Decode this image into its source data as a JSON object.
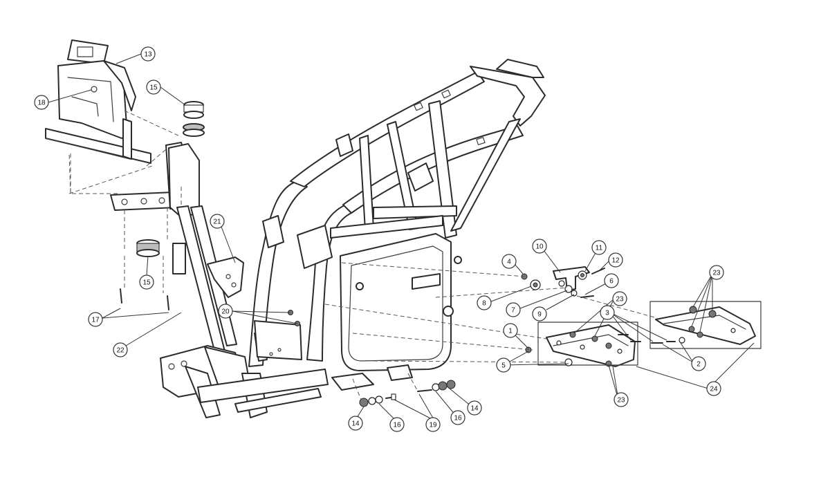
{
  "diagram": {
    "colors": {
      "line": "#2b2b2b",
      "background": "#ffffff",
      "hardware": "#777777"
    },
    "callouts": [
      {
        "id": "c13a",
        "label": "13"
      },
      {
        "id": "c18",
        "label": "18"
      },
      {
        "id": "c15a",
        "label": "15"
      },
      {
        "id": "c15b",
        "label": "15"
      },
      {
        "id": "c17",
        "label": "17"
      },
      {
        "id": "c22",
        "label": "22"
      },
      {
        "id": "c21",
        "label": "21"
      },
      {
        "id": "c20",
        "label": "20"
      },
      {
        "id": "c10",
        "label": "10"
      },
      {
        "id": "c11",
        "label": "11"
      },
      {
        "id": "c12",
        "label": "12"
      },
      {
        "id": "c4",
        "label": "4"
      },
      {
        "id": "c6",
        "label": "6"
      },
      {
        "id": "c8",
        "label": "8"
      },
      {
        "id": "c7",
        "label": "7"
      },
      {
        "id": "c9",
        "label": "9"
      },
      {
        "id": "c23a",
        "label": "23"
      },
      {
        "id": "c23b",
        "label": "23"
      },
      {
        "id": "c23c",
        "label": "23"
      },
      {
        "id": "c3",
        "label": "3"
      },
      {
        "id": "c1",
        "label": "1"
      },
      {
        "id": "c5",
        "label": "5"
      },
      {
        "id": "c2",
        "label": "2"
      },
      {
        "id": "c24",
        "label": "24"
      },
      {
        "id": "c14a",
        "label": "14"
      },
      {
        "id": "c16a",
        "label": "16"
      },
      {
        "id": "c19",
        "label": "19"
      },
      {
        "id": "c16b",
        "label": "16"
      },
      {
        "id": "c14b",
        "label": "14"
      }
    ]
  }
}
